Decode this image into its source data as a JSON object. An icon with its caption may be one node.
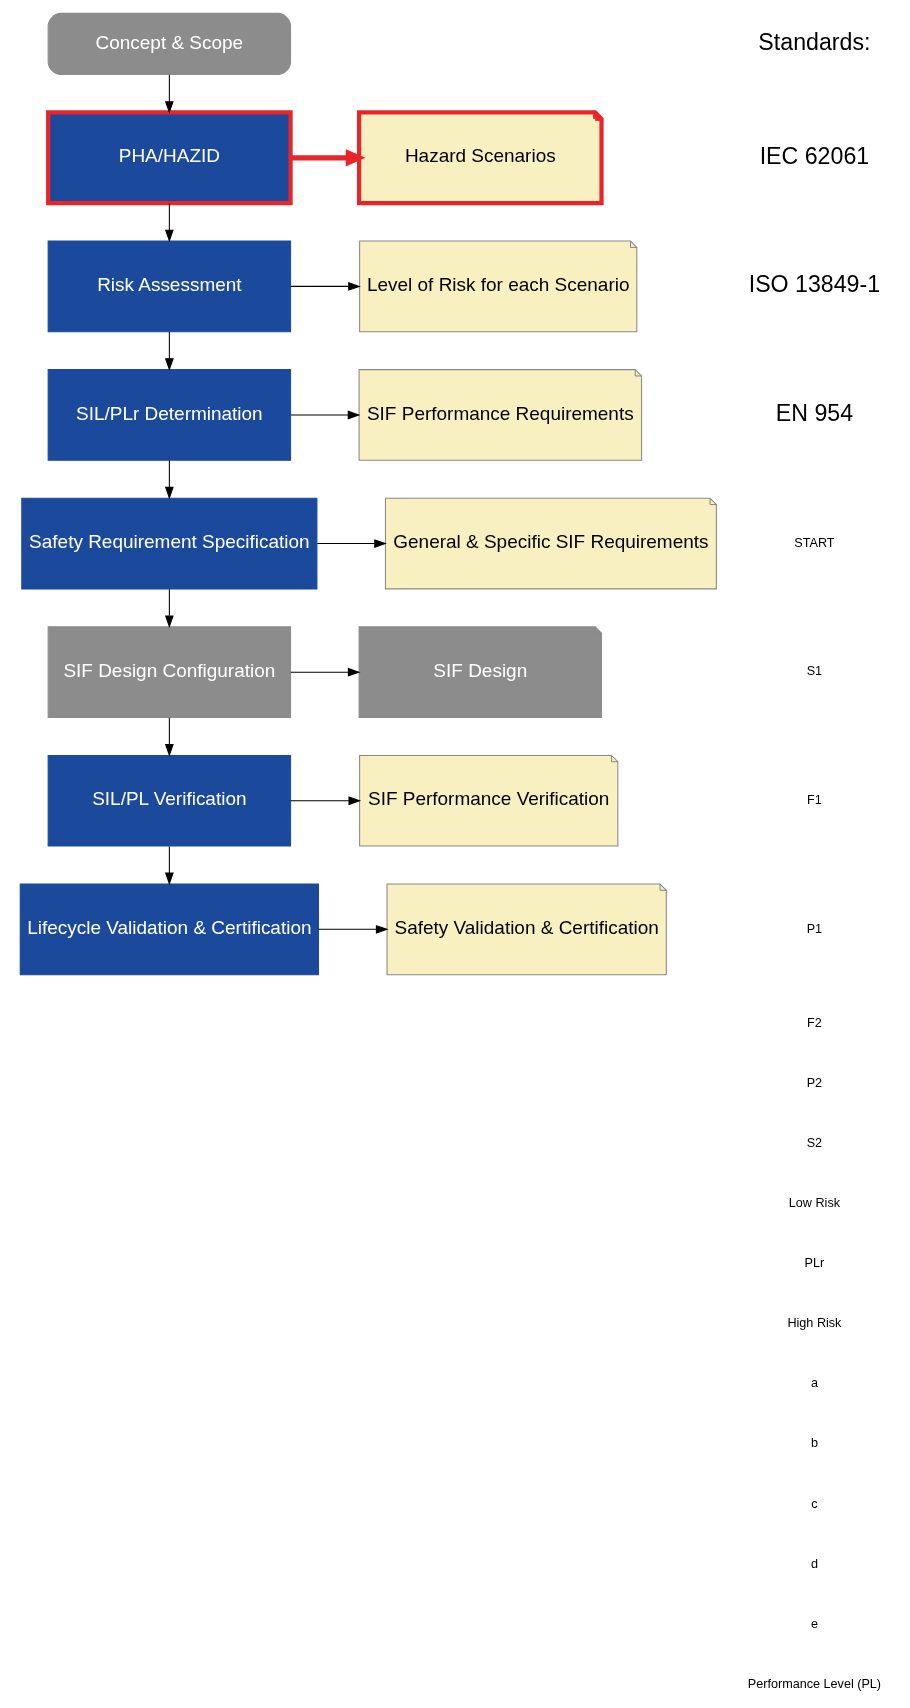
{
  "diagram": {
    "nodes": [
      {
        "text": [
          "Concept & Scope"
        ]
      },
      {
        "text": [
          "PHA/HAZID"
        ]
      },
      {
        "text": [
          "Hazard Scenarios"
        ]
      },
      {
        "text": [
          "Risk Assessment"
        ]
      },
      {
        "text": [
          "Level of Risk for each Scenario"
        ]
      },
      {
        "text": [
          "SIL/PLr Determination"
        ]
      },
      {
        "text": [
          "SIF Performance Requirements"
        ]
      },
      {
        "text": [
          "Safety Requirement Specification"
        ]
      },
      {
        "text": [
          "General & Specific SIF Requirements"
        ]
      },
      {
        "text": [
          "SIF Design Configuration"
        ]
      },
      {
        "text": [
          "SIF Design"
        ]
      },
      {
        "text": [
          "SIL/PL Verification"
        ]
      },
      {
        "text": [
          "SIF Performance Verification"
        ]
      },
      {
        "text": [
          "Lifecycle Validation & Certification"
        ]
      },
      {
        "text": [
          "Safety Validation & Certification"
        ]
      }
    ],
    "edges": [
      {
        "from": 0,
        "to": 1,
        "arrow": "to"
      },
      {
        "from": 1,
        "to": 2,
        "arrow": "to",
        "style": "thick",
        "color": "#e8262a"
      },
      {
        "from": 1,
        "to": 3,
        "arrow": "to"
      },
      {
        "from": 3,
        "to": 4,
        "arrow": "to"
      },
      {
        "from": 3,
        "to": 5,
        "arrow": "to"
      },
      {
        "from": 5,
        "to": 6,
        "arrow": "to"
      },
      {
        "from": 5,
        "to": 7,
        "arrow": "to"
      },
      {
        "from": 7,
        "to": 8,
        "arrow": "to"
      },
      {
        "from": 7,
        "to": 9,
        "arrow": "to"
      },
      {
        "from": 9,
        "to": 10,
        "arrow": "to"
      },
      {
        "from": 9,
        "to": 11,
        "arrow": "to"
      },
      {
        "from": 11,
        "to": 12,
        "arrow": "to"
      },
      {
        "from": 11,
        "to": 13,
        "arrow": "to"
      },
      {
        "from": 13,
        "to": 14,
        "arrow": "to"
      }
    ],
    "labels": [
      "Standards:",
      "IEC 62061",
      "ISO 13849-1",
      "EN 954",
      "START",
      "S1",
      "F1",
      "P1",
      "F2",
      "P2",
      "S2",
      "Low Risk",
      "PLr",
      "High Risk",
      "a",
      "b",
      "c",
      "d",
      "e",
      "Performance Level (PL)"
    ]
  }
}
